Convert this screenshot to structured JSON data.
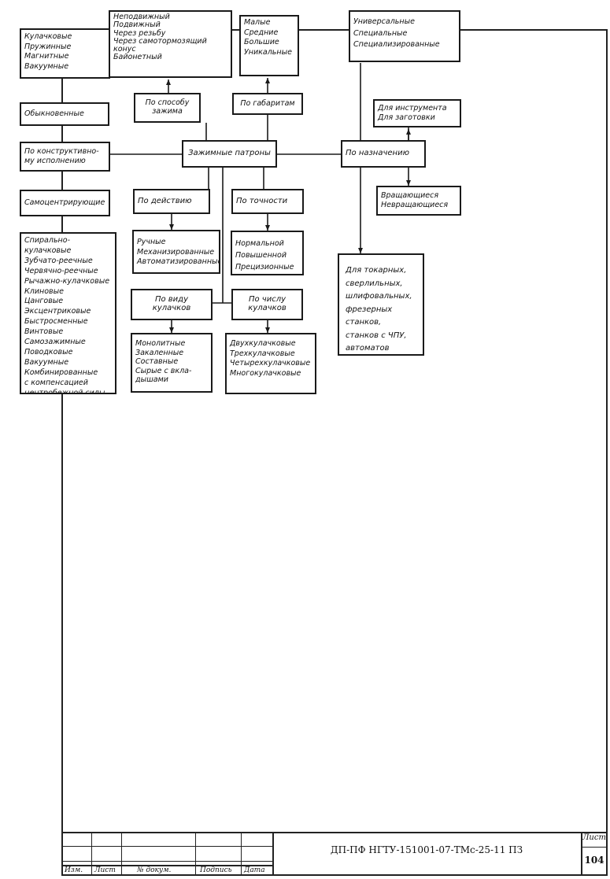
{
  "diagram": {
    "root": "Зажимные патроны",
    "groups": {
      "by_clamping": {
        "label": "По способу\nзажима",
        "items": "Неподвижный\nПодвижный\nЧерез резьбу\nЧерез самотормозящий\nконус\nБайонетный"
      },
      "by_size": {
        "label": "По габаритам",
        "items": "Малые\nСредние\nБольшие\nУникальные"
      },
      "by_purpose": {
        "label": "По назначению",
        "universal": "Универсальные\nСпециальные\nСпециализированные",
        "tool_workpiece": "Для инструмента\nДля заготовки",
        "rotating": "Вращающиеся\nНевращающиеся",
        "machines": "Для токарных,\nсверлильных,\nшлифовальных,\nфрезерных станков,\nстанков с ЧПУ,\nавтоматов"
      },
      "by_design": {
        "label": "По конструктивно-\nму исполнению",
        "cams": "Кулачковые\nПружинные\nМагнитные\nВакуумные",
        "ordinary": "Обыкновенные",
        "self_centering": "Самоцентрирующие",
        "list": "Спирально-кулачковые\nЗубчато-реечные\nЧервячно-реечные\nРычажно-кулачковые\nКлиновые\nЦанговые\nЭксцентриковые\nБыстросменные\nВинтовые\nСамозажимные\nПоводковые\nВакуумные\nКомбинированные\nс компенсацией\nцентробежной силы"
      },
      "by_action": {
        "label": "По действию",
        "items": "Ручные\nМеханизированные\nАвтоматизированные"
      },
      "by_accuracy": {
        "label": "По точности",
        "items": "Нормальной\nПовышенной\nПрецизионные"
      },
      "by_cam_type": {
        "label": "По виду\nкулачков",
        "items": "Монолитные\nЗакаленные\nСоставные\nСырые с вкла-\nдышами"
      },
      "by_cam_count": {
        "label": "По числу\nкулачков",
        "items": "Двухкулачковые\nТрехкулачковые\nЧетырехкулачковые\nМногокулачковые"
      }
    }
  },
  "stamp": {
    "doc_code": "ДП-ПФ НГТУ-151001-07-ТМс-25-11  ПЗ",
    "sheet_label": "Лист",
    "sheet_number": "104",
    "col_izm": "Изм.",
    "col_list": "Лист",
    "col_doc": "№ докум.",
    "col_sign": "Подпись",
    "col_date": "Дата"
  }
}
